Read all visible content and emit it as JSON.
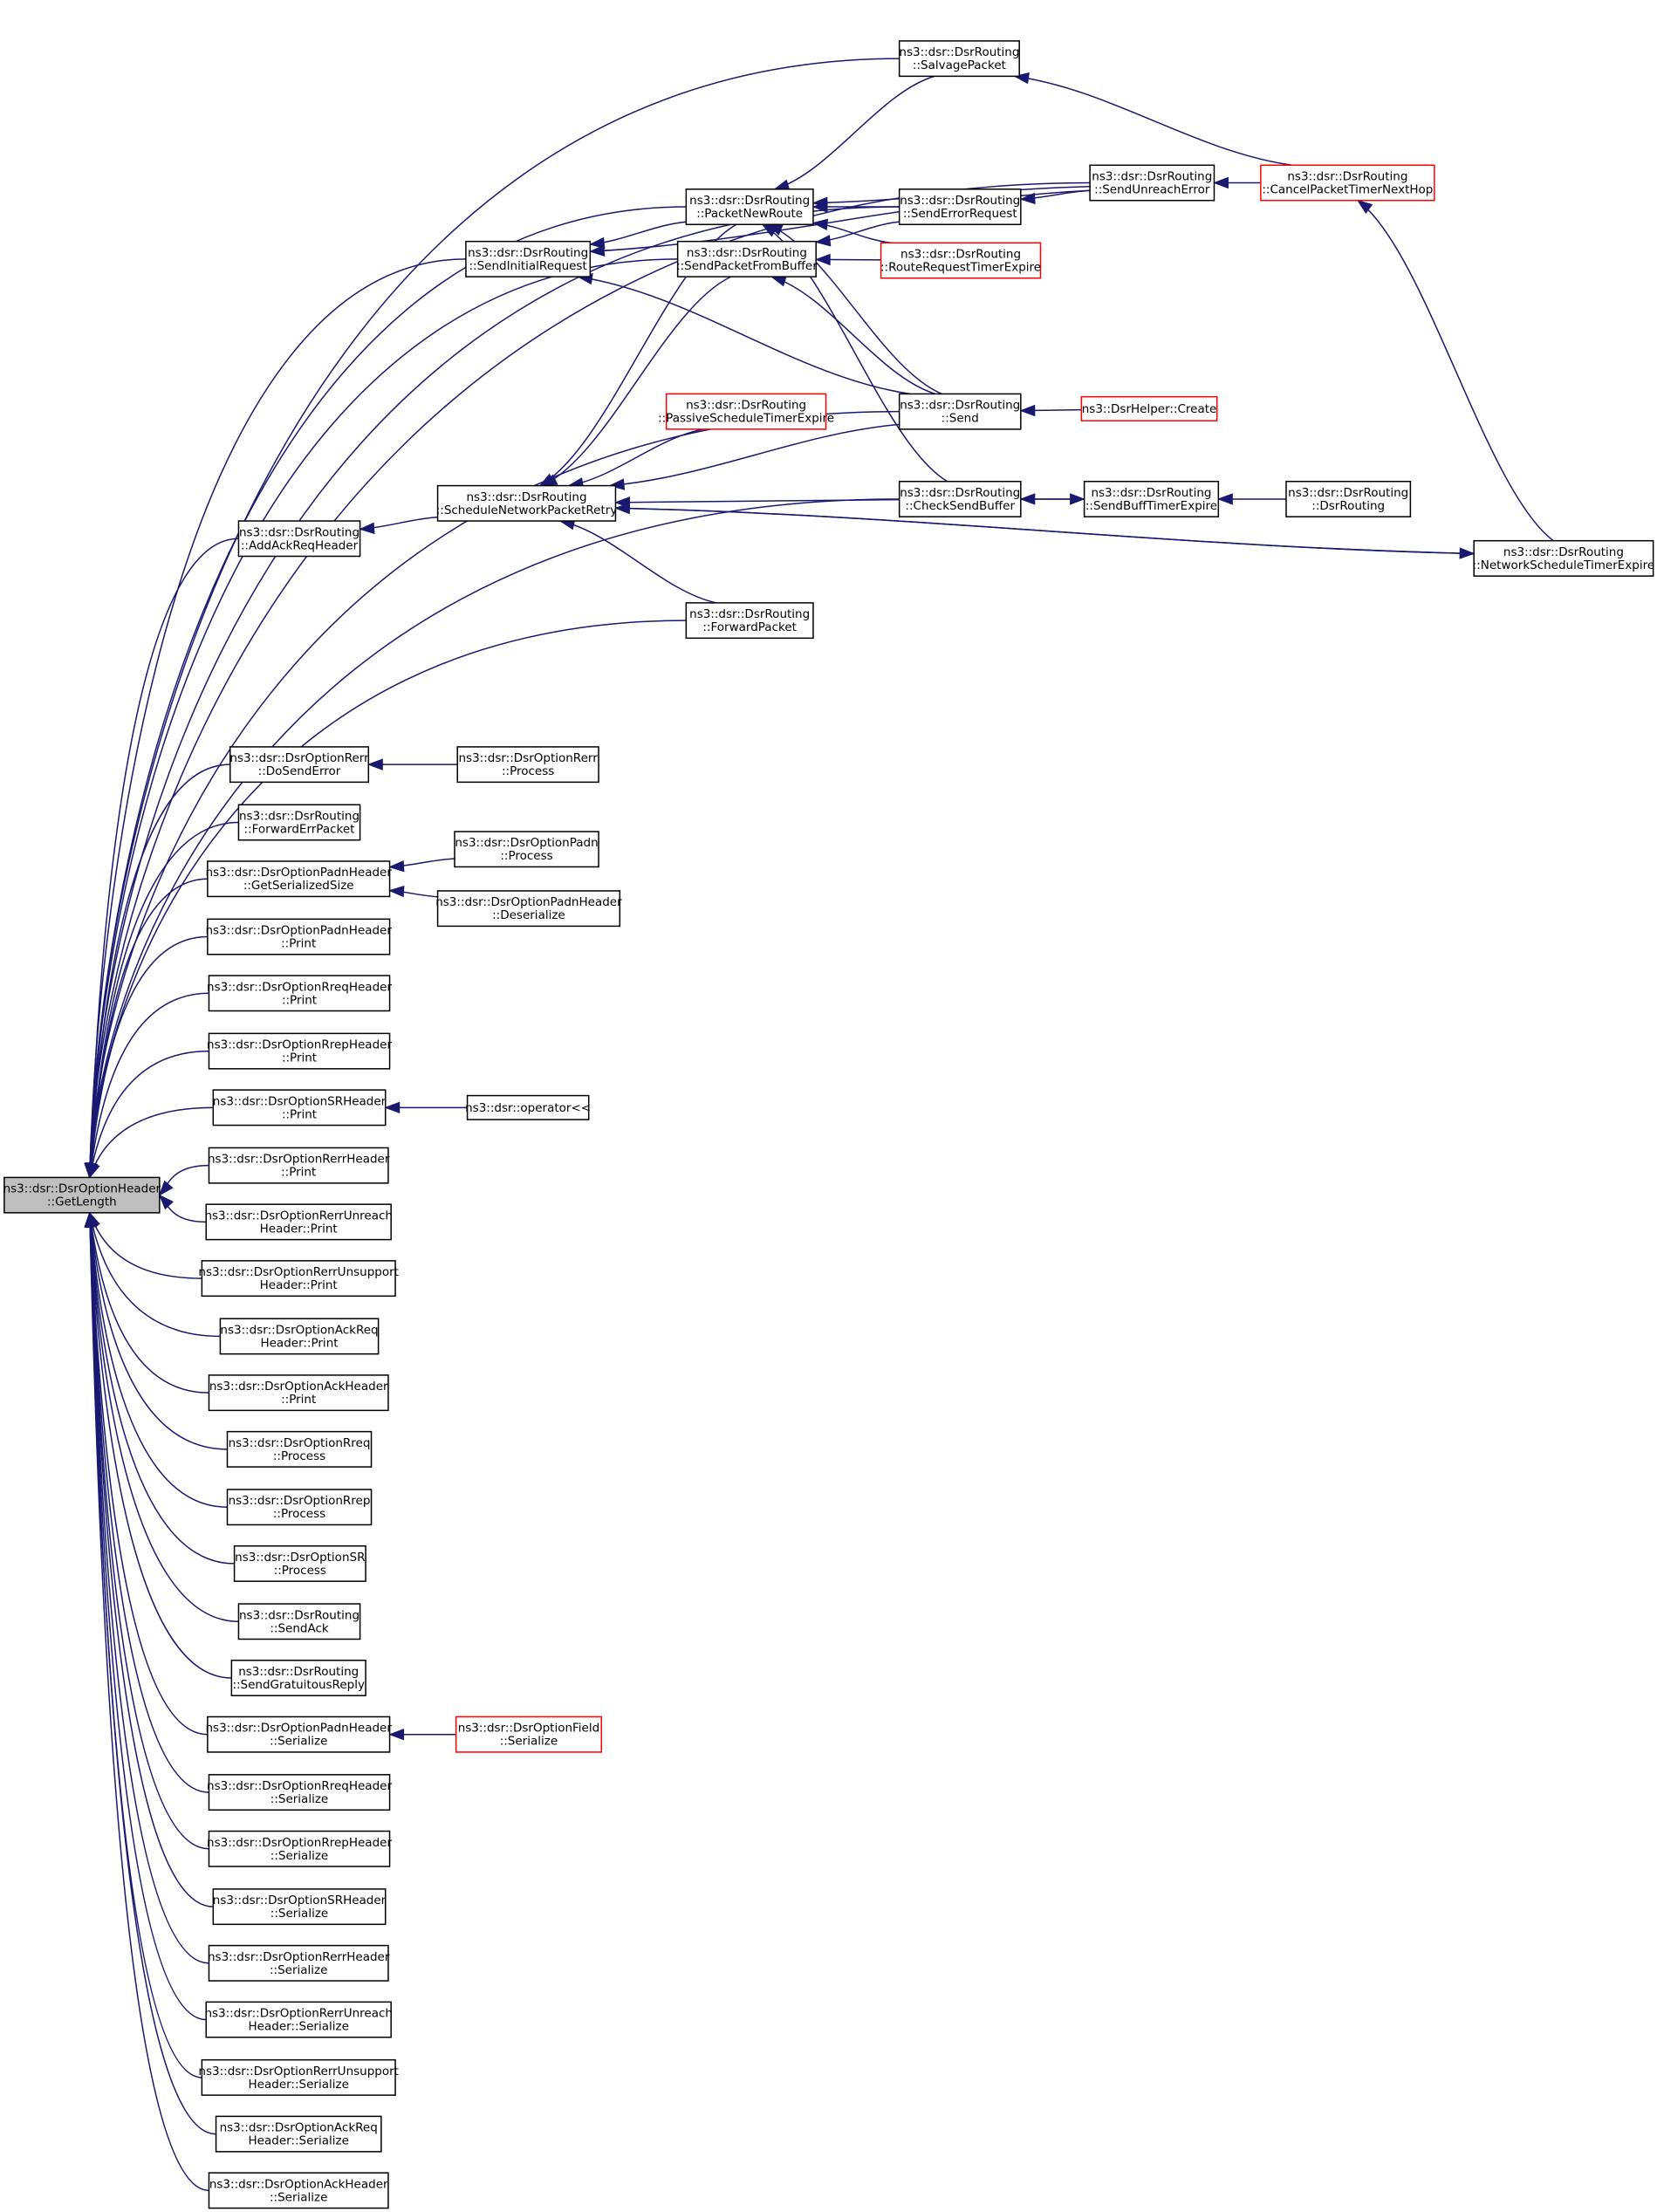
{
  "diagram": {
    "colors": {
      "edge": "#191970",
      "box_border": "#000000",
      "highlight_border": "#ff0000",
      "focus_fill": "#bfbfbf"
    },
    "nodes": [
      {
        "id": "n0",
        "lines": [
          "ns3::dsr::DsrOptionHeader",
          "::GetLength"
        ],
        "focus": true
      },
      {
        "id": "n1",
        "lines": [
          "ns3::dsr::DsrRouting",
          "::SalvagePacket"
        ]
      },
      {
        "id": "n2",
        "lines": [
          "ns3::dsr::DsrRouting",
          "::PacketNewRoute"
        ]
      },
      {
        "id": "n3",
        "lines": [
          "ns3::dsr::DsrRouting",
          "::SendErrorRequest"
        ]
      },
      {
        "id": "n4",
        "lines": [
          "ns3::dsr::DsrRouting",
          "::SendUnreachError"
        ]
      },
      {
        "id": "n5",
        "lines": [
          "ns3::dsr::DsrRouting",
          "::CancelPacketTimerNextHop"
        ],
        "red": true
      },
      {
        "id": "n6",
        "lines": [
          "ns3::dsr::DsrRouting",
          "::SendInitialRequest"
        ]
      },
      {
        "id": "n7",
        "lines": [
          "ns3::dsr::DsrRouting",
          "::SendPacketFromBuffer"
        ]
      },
      {
        "id": "n8",
        "lines": [
          "ns3::dsr::DsrRouting",
          "::RouteRequestTimerExpire"
        ],
        "red": true
      },
      {
        "id": "n9",
        "lines": [
          "ns3::dsr::DsrRouting",
          "::PassiveScheduleTimerExpire"
        ],
        "red": true
      },
      {
        "id": "n10",
        "lines": [
          "ns3::dsr::DsrRouting",
          "::Send"
        ]
      },
      {
        "id": "n11",
        "lines": [
          "ns3::DsrHelper::Create"
        ],
        "red": true
      },
      {
        "id": "n12",
        "lines": [
          "ns3::dsr::DsrRouting",
          "::ScheduleNetworkPacketRetry"
        ]
      },
      {
        "id": "n13",
        "lines": [
          "ns3::dsr::DsrRouting",
          "::CheckSendBuffer"
        ]
      },
      {
        "id": "n14",
        "lines": [
          "ns3::dsr::DsrRouting",
          "::SendBuffTimerExpire"
        ]
      },
      {
        "id": "n15",
        "lines": [
          "ns3::dsr::DsrRouting",
          "::DsrRouting"
        ]
      },
      {
        "id": "n16",
        "lines": [
          "ns3::dsr::DsrRouting",
          "::AddAckReqHeader"
        ]
      },
      {
        "id": "n17",
        "lines": [
          "ns3::dsr::DsrRouting",
          "::NetworkScheduleTimerExpire"
        ]
      },
      {
        "id": "n18",
        "lines": [
          "ns3::dsr::DsrRouting",
          "::ForwardPacket"
        ]
      },
      {
        "id": "n19",
        "lines": [
          "ns3::dsr::DsrOptionRerr",
          "::DoSendError"
        ]
      },
      {
        "id": "n20",
        "lines": [
          "ns3::dsr::DsrOptionRerr",
          "::Process"
        ]
      },
      {
        "id": "n21",
        "lines": [
          "ns3::dsr::DsrRouting",
          "::ForwardErrPacket"
        ]
      },
      {
        "id": "n22",
        "lines": [
          "ns3::dsr::DsrOptionPadnHeader",
          "::GetSerializedSize"
        ]
      },
      {
        "id": "n23",
        "lines": [
          "ns3::dsr::DsrOptionPadn",
          "::Process"
        ]
      },
      {
        "id": "n24",
        "lines": [
          "ns3::dsr::DsrOptionPadnHeader",
          "::Deserialize"
        ]
      },
      {
        "id": "n25",
        "lines": [
          "ns3::dsr::DsrOptionPadnHeader",
          "::Print"
        ]
      },
      {
        "id": "n26",
        "lines": [
          "ns3::dsr::DsrOptionRreqHeader",
          "::Print"
        ]
      },
      {
        "id": "n27",
        "lines": [
          "ns3::dsr::DsrOptionRrepHeader",
          "::Print"
        ]
      },
      {
        "id": "n28",
        "lines": [
          "ns3::dsr::DsrOptionSRHeader",
          "::Print"
        ]
      },
      {
        "id": "n29",
        "lines": [
          "ns3::dsr::operator<<"
        ]
      },
      {
        "id": "n30",
        "lines": [
          "ns3::dsr::DsrOptionRerrHeader",
          "::Print"
        ]
      },
      {
        "id": "n31",
        "lines": [
          "ns3::dsr::DsrOptionRerrUnreach",
          "Header::Print"
        ]
      },
      {
        "id": "n32",
        "lines": [
          "ns3::dsr::DsrOptionRerrUnsupport",
          "Header::Print"
        ]
      },
      {
        "id": "n33",
        "lines": [
          "ns3::dsr::DsrOptionAckReq",
          "Header::Print"
        ]
      },
      {
        "id": "n34",
        "lines": [
          "ns3::dsr::DsrOptionAckHeader",
          "::Print"
        ]
      },
      {
        "id": "n35",
        "lines": [
          "ns3::dsr::DsrOptionRreq",
          "::Process"
        ]
      },
      {
        "id": "n36",
        "lines": [
          "ns3::dsr::DsrOptionRrep",
          "::Process"
        ]
      },
      {
        "id": "n37",
        "lines": [
          "ns3::dsr::DsrOptionSR",
          "::Process"
        ]
      },
      {
        "id": "n38",
        "lines": [
          "ns3::dsr::DsrRouting",
          "::SendAck"
        ]
      },
      {
        "id": "n39",
        "lines": [
          "ns3::dsr::DsrRouting",
          "::SendGratuitousReply"
        ]
      },
      {
        "id": "n40",
        "lines": [
          "ns3::dsr::DsrOptionPadnHeader",
          "::Serialize"
        ]
      },
      {
        "id": "n41",
        "lines": [
          "ns3::dsr::DsrOptionField",
          "::Serialize"
        ],
        "red": true
      },
      {
        "id": "n42",
        "lines": [
          "ns3::dsr::DsrOptionRreqHeader",
          "::Serialize"
        ]
      },
      {
        "id": "n43",
        "lines": [
          "ns3::dsr::DsrOptionRrepHeader",
          "::Serialize"
        ]
      },
      {
        "id": "n44",
        "lines": [
          "ns3::dsr::DsrOptionSRHeader",
          "::Serialize"
        ]
      },
      {
        "id": "n45",
        "lines": [
          "ns3::dsr::DsrOptionRerrHeader",
          "::Serialize"
        ]
      },
      {
        "id": "n46",
        "lines": [
          "ns3::dsr::DsrOptionRerrUnreach",
          "Header::Serialize"
        ]
      },
      {
        "id": "n47",
        "lines": [
          "ns3::dsr::DsrOptionRerrUnsupport",
          "Header::Serialize"
        ]
      },
      {
        "id": "n48",
        "lines": [
          "ns3::dsr::DsrOptionAckReq",
          "Header::Serialize"
        ]
      },
      {
        "id": "n49",
        "lines": [
          "ns3::dsr::DsrOptionAckHeader",
          "::Serialize"
        ]
      }
    ],
    "edges": [
      {
        "from": "n1",
        "to": "n0"
      },
      {
        "from": "n2",
        "to": "n0"
      },
      {
        "from": "n3",
        "to": "n0"
      },
      {
        "from": "n4",
        "to": "n0"
      },
      {
        "from": "n6",
        "to": "n0"
      },
      {
        "from": "n7",
        "to": "n0"
      },
      {
        "from": "n10",
        "to": "n0"
      },
      {
        "from": "n13",
        "to": "n0"
      },
      {
        "from": "n16",
        "to": "n0"
      },
      {
        "from": "n18",
        "to": "n0"
      },
      {
        "from": "n19",
        "to": "n0"
      },
      {
        "from": "n21",
        "to": "n0"
      },
      {
        "from": "n22",
        "to": "n0"
      },
      {
        "from": "n25",
        "to": "n0"
      },
      {
        "from": "n26",
        "to": "n0"
      },
      {
        "from": "n27",
        "to": "n0"
      },
      {
        "from": "n28",
        "to": "n0"
      },
      {
        "from": "n30",
        "to": "n0"
      },
      {
        "from": "n31",
        "to": "n0"
      },
      {
        "from": "n32",
        "to": "n0"
      },
      {
        "from": "n33",
        "to": "n0"
      },
      {
        "from": "n34",
        "to": "n0"
      },
      {
        "from": "n35",
        "to": "n0"
      },
      {
        "from": "n36",
        "to": "n0"
      },
      {
        "from": "n37",
        "to": "n0"
      },
      {
        "from": "n38",
        "to": "n0"
      },
      {
        "from": "n39",
        "to": "n0"
      },
      {
        "from": "n40",
        "to": "n0"
      },
      {
        "from": "n42",
        "to": "n0"
      },
      {
        "from": "n43",
        "to": "n0"
      },
      {
        "from": "n44",
        "to": "n0"
      },
      {
        "from": "n45",
        "to": "n0"
      },
      {
        "from": "n46",
        "to": "n0"
      },
      {
        "from": "n47",
        "to": "n0"
      },
      {
        "from": "n48",
        "to": "n0"
      },
      {
        "from": "n49",
        "to": "n0"
      },
      {
        "from": "n5",
        "to": "n1"
      },
      {
        "from": "n3",
        "to": "n2"
      },
      {
        "from": "n4",
        "to": "n2"
      },
      {
        "from": "n10",
        "to": "n2"
      },
      {
        "from": "n13",
        "to": "n2"
      },
      {
        "from": "n8",
        "to": "n2"
      },
      {
        "from": "n1",
        "to": "n2"
      },
      {
        "from": "n4",
        "to": "n3"
      },
      {
        "from": "n5",
        "to": "n4"
      },
      {
        "from": "n17",
        "to": "n5"
      },
      {
        "from": "n2",
        "to": "n6"
      },
      {
        "from": "n4",
        "to": "n6"
      },
      {
        "from": "n10",
        "to": "n6"
      },
      {
        "from": "n3",
        "to": "n7"
      },
      {
        "from": "n8",
        "to": "n7"
      },
      {
        "from": "n10",
        "to": "n7"
      },
      {
        "from": "n11",
        "to": "n10"
      },
      {
        "from": "n2",
        "to": "n12"
      },
      {
        "from": "n7",
        "to": "n12"
      },
      {
        "from": "n9",
        "to": "n12"
      },
      {
        "from": "n10",
        "to": "n12"
      },
      {
        "from": "n13",
        "to": "n12"
      },
      {
        "from": "n17",
        "to": "n12"
      },
      {
        "from": "n18",
        "to": "n12"
      },
      {
        "from": "n12",
        "to": "n16"
      },
      {
        "from": "n14",
        "to": "n13"
      },
      {
        "from": "n13",
        "to": "n14"
      },
      {
        "from": "n15",
        "to": "n14"
      },
      {
        "from": "n12",
        "to": "n17"
      },
      {
        "from": "n20",
        "to": "n19"
      },
      {
        "from": "n23",
        "to": "n22"
      },
      {
        "from": "n24",
        "to": "n22"
      },
      {
        "from": "n29",
        "to": "n28"
      },
      {
        "from": "n41",
        "to": "n40"
      }
    ]
  }
}
